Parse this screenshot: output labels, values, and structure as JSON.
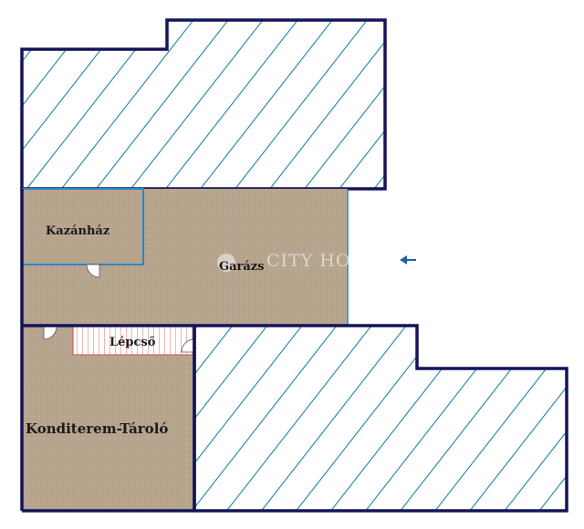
{
  "rooms": {
    "kazanhaz": "Kazánház",
    "garazs": "Garázs",
    "lepcso": "Lépcső",
    "konditerem": "Konditerem-Tároló"
  },
  "watermark": {
    "brand": "CITY HOUSE",
    "reg": "®"
  },
  "colors": {
    "wall": "#14145a",
    "hatch": "#1e7fae",
    "floor": "#b5a38c",
    "floor_grid": "#c5b59f",
    "inner_wall": "#2b86c4",
    "stair": "#d24a4a",
    "arrow": "#1f5fa8"
  },
  "icons": {
    "entrance": "arrow-left-icon"
  }
}
